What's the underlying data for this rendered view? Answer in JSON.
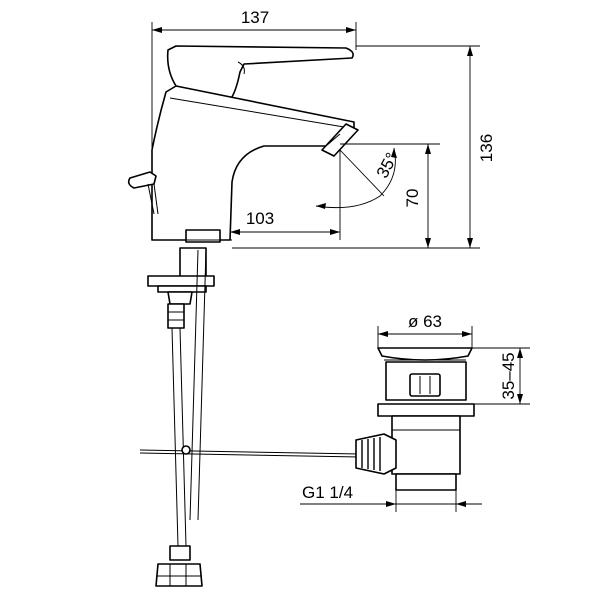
{
  "drawing": {
    "dimensions": {
      "overall_width": "137",
      "overall_height": "136",
      "spout_reach": "103",
      "spout_height": "70",
      "angle": "35°",
      "waste_diameter": "ø 63",
      "waste_height_range": "35–45",
      "connection_thread": "G1 1/4"
    }
  }
}
